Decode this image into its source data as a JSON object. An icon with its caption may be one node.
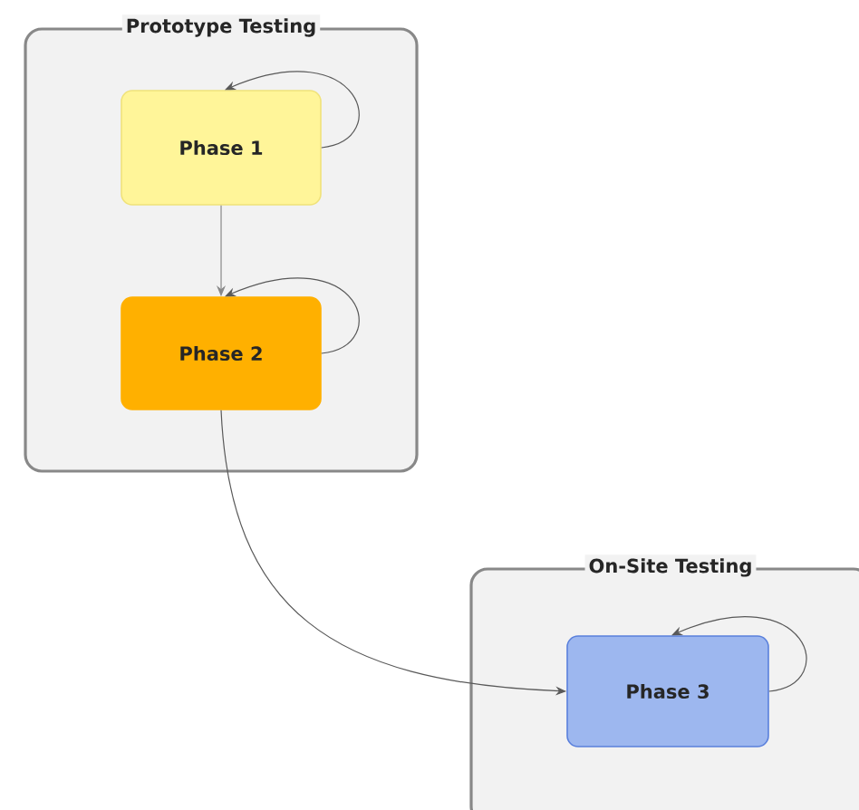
{
  "diagram": {
    "nodes": [
      {
        "text": [
          "Prototype Testing"
        ]
      },
      {
        "text": [
          "Phase 1"
        ],
        "in": 0
      },
      {
        "text": [
          "Phase 2"
        ],
        "in": 0
      },
      {
        "text": [
          "On-Site Testing"
        ]
      },
      {
        "text": [
          "Phase 3"
        ],
        "in": 3
      }
    ],
    "edges": [
      {
        "from": 1,
        "to": 1,
        "arrow": "to"
      },
      {
        "from": 1,
        "to": 2,
        "arrow": "to",
        "color": "#888888"
      },
      {
        "from": 2,
        "to": 2,
        "arrow": "to"
      },
      {
        "from": 2,
        "to": 4,
        "arrow": "to"
      },
      {
        "from": 4,
        "to": 4,
        "arrow": "to"
      }
    ]
  }
}
